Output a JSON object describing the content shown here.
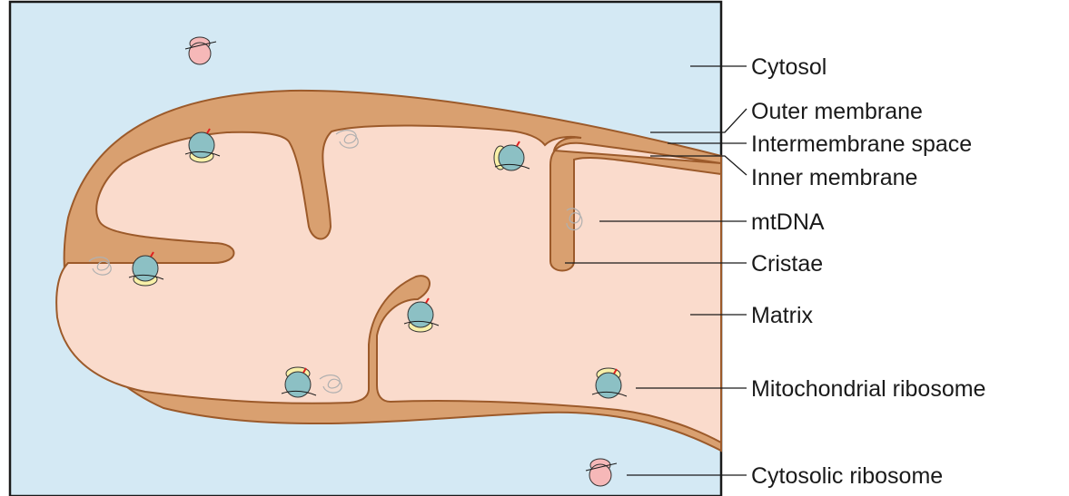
{
  "labels": {
    "cytosol": "Cytosol",
    "outer_membrane": "Outer membrane",
    "intermembrane_space": "Intermembrane space",
    "inner_membrane": "Inner membrane",
    "mtdna": "mtDNA",
    "cristae": "Cristae",
    "matrix": "Matrix",
    "mito_ribosome": "Mitochondrial ribosome",
    "cyto_ribosome": "Cytosolic ribosome"
  },
  "colors": {
    "cytosol": "#d4e9f4",
    "membrane": "#d9a070",
    "membrane_edge": "#9c5a2a",
    "matrix": "#fadbcc",
    "ribosome_large": "#8cc0c4",
    "ribosome_small": "#f8f0a8",
    "cyto_ribosome": "#f6b8b8",
    "mrna": "#1a1a1a",
    "mtdna": "#b0b0b0",
    "nascent_chain": "#e02020"
  },
  "icons": [
    "mitochondrial-ribosome-icon",
    "cytosolic-ribosome-icon",
    "mtdna-icon"
  ]
}
